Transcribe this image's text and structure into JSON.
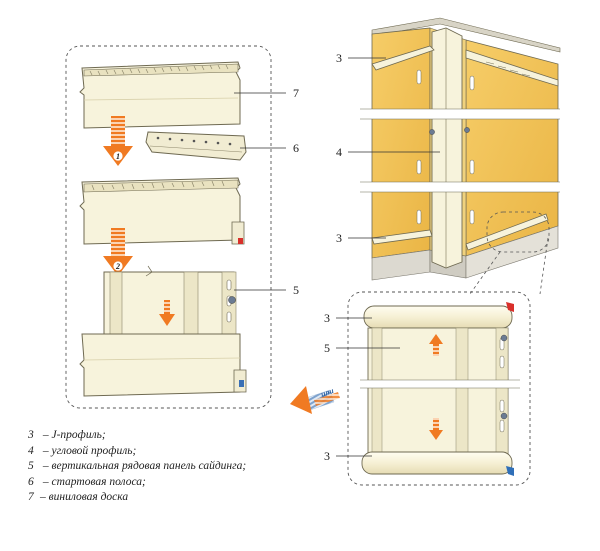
{
  "figure": {
    "callouts": {
      "left_board_top": "7",
      "left_starter": "6",
      "left_vertical": "5",
      "corner_jprofile_top": "3",
      "corner_outer": "4",
      "corner_jprofile_bottom": "3",
      "detail_jprofile_top": "3",
      "detail_panel": "5",
      "detail_jprofile_bottom": "3"
    },
    "steps": [
      "1",
      "2"
    ],
    "or_label": "или"
  },
  "legend": [
    {
      "num": "3",
      "sep": " – ",
      "text": "J-профиль;"
    },
    {
      "num": "4",
      "sep": " – ",
      "text": "угловой профиль;"
    },
    {
      "num": "5",
      "sep": " – ",
      "text": "вертикальная рядовая панель сайдинга;"
    },
    {
      "num": "6",
      "sep": " – ",
      "text": "стартовая полоса;"
    },
    {
      "num": "7",
      "sep": "– ",
      "text": "виниловая доска"
    }
  ],
  "colors": {
    "panel_fill": "#f7f3dc",
    "panel_stroke": "#7a7660",
    "wall_fill": "#f2c356",
    "arrow_orange": "#f07a22",
    "arrow_blue": "#9ab6d6"
  }
}
